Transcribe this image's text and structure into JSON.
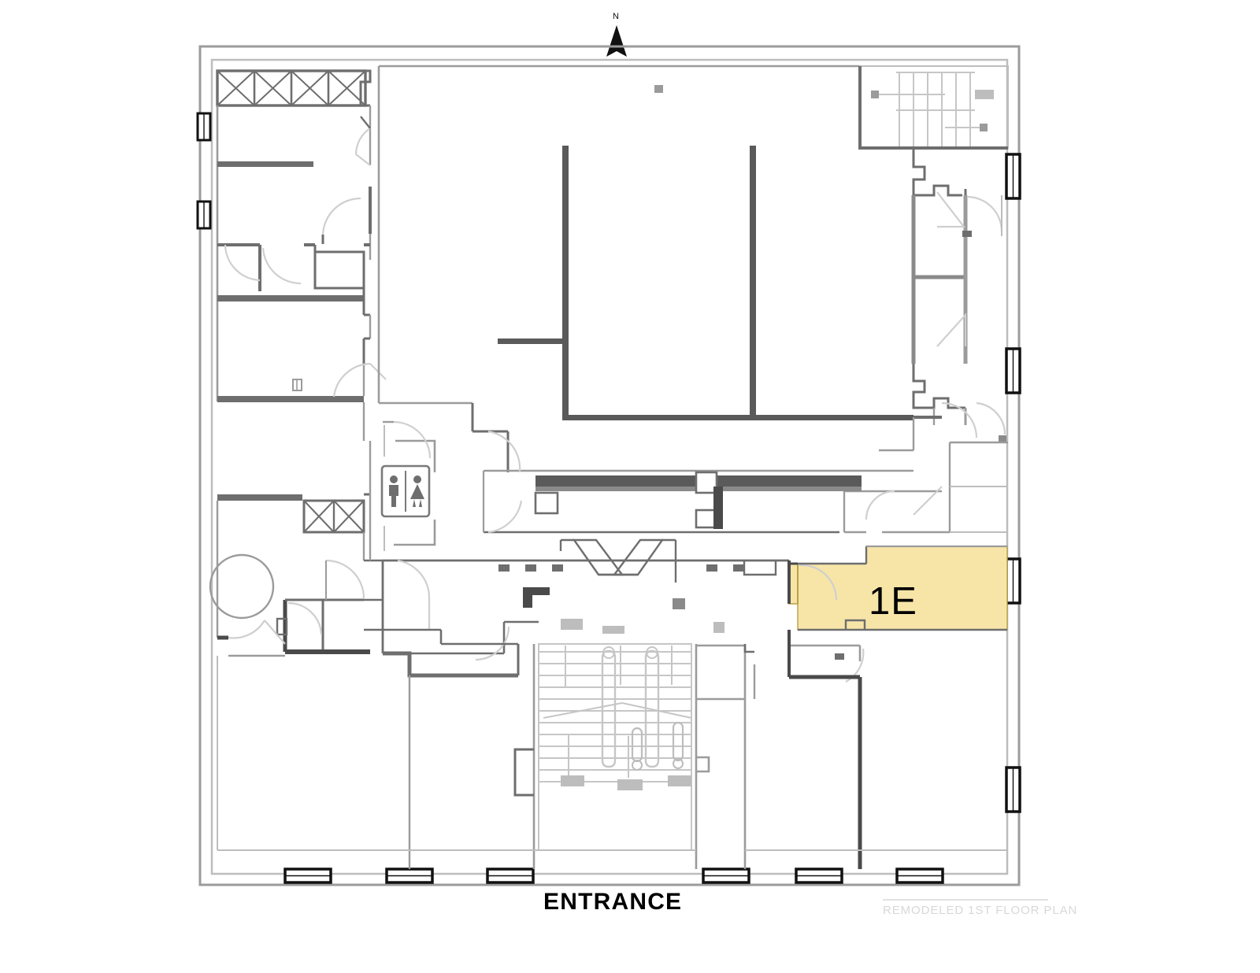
{
  "document": {
    "type": "floor-plan",
    "title": "REMODELED 1ST FLOOR PLAN",
    "entrance_label": "ENTRANCE",
    "north_label": "N"
  },
  "highlight": {
    "room_label": "1E",
    "fill_color": "#F7E5A8",
    "stroke_color": "#C9A227"
  },
  "colors": {
    "background": "#FFFFFF",
    "wall_heavy": "#4a4a4a",
    "wall_medium": "#6e6e6e",
    "wall_light": "#9b9b9b",
    "hairline": "#bdbdbd",
    "stair_line": "#c6c6c6",
    "fixture_gray": "#8a8a8a",
    "title_gray": "#d8d8d8",
    "text_black": "#000000"
  },
  "icons": {
    "restroom": "restroom-icon",
    "north_arrow": "north-arrow-icon"
  },
  "legend": {
    "window_marker": "window",
    "door_swing": "door",
    "stair": "stair"
  }
}
